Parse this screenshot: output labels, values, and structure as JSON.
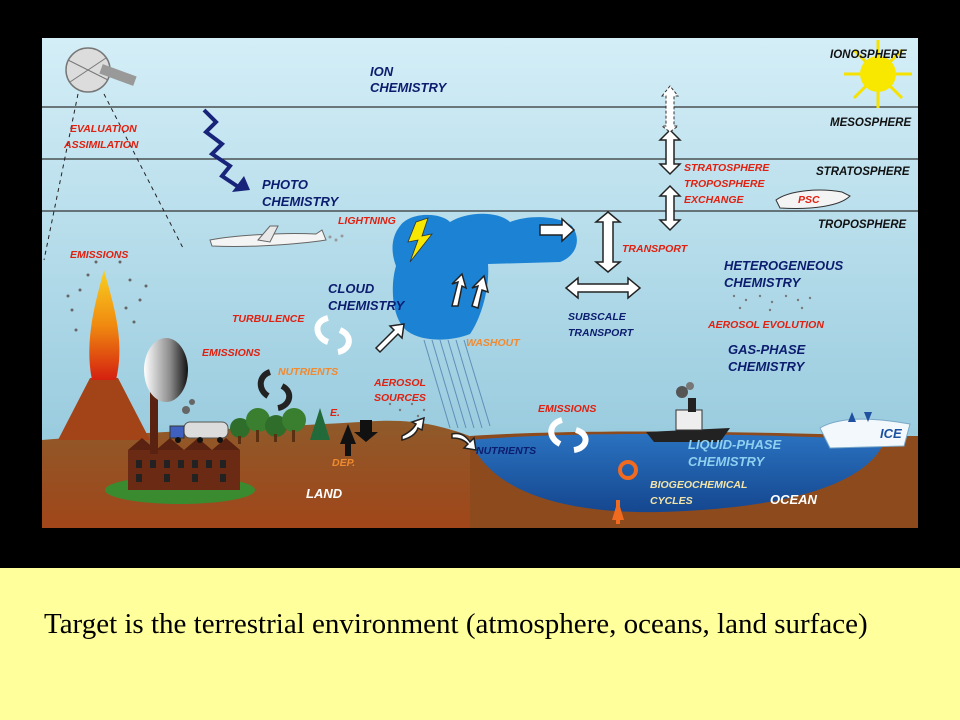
{
  "diagram": {
    "layers": {
      "ionosphere": "IONOSPHERE",
      "mesosphere": "MESOSPHERE",
      "stratosphere": "STRATOSPHERE",
      "troposphere": "TROPOSPHERE"
    },
    "labels": {
      "ion_chemistry_1": "ION",
      "ion_chemistry_2": "CHEMISTRY",
      "evaluation": "EVALUATION",
      "assimilation": "ASSIMILATION",
      "photo_1": "PHOTO",
      "photo_2": "CHEMISTRY",
      "ste_1": "STRATOSPHERE",
      "ste_2": "TROPOSPHERE",
      "ste_3": "EXCHANGE",
      "psc": "PSC",
      "lightning": "LIGHTNING",
      "transport": "TRANSPORT",
      "emissions_volcano": "EMISSIONS",
      "cloud_1": "CLOUD",
      "cloud_2": "CHEMISTRY",
      "heterogeneous_1": "HETEROGENEOUS",
      "heterogeneous_2": "CHEMISTRY",
      "turbulence": "TURBULENCE",
      "subscale_1": "SUBSCALE",
      "subscale_2": "TRANSPORT",
      "aerosol_evolution": "AEROSOL EVOLUTION",
      "gas_phase_1": "GAS-PHASE",
      "gas_phase_2": "CHEMISTRY",
      "emissions_land": "EMISSIONS",
      "washout": "WASHOUT",
      "nutrients_land": "NUTRIENTS",
      "aerosol_sources_1": "AEROSOL",
      "aerosol_sources_2": "SOURCES",
      "emissions_ocean": "EMISSIONS",
      "e_flux": "E.",
      "dep": "DEP.",
      "nutrients_ocean": "NUTRIENTS",
      "liquid_phase_1": "LIQUID-PHASE",
      "liquid_phase_2": "CHEMISTRY",
      "ice": "ICE",
      "biogeo_1": "BIOGEOCHEMICAL",
      "biogeo_2": "CYCLES",
      "land": "LAND",
      "ocean": "OCEAN"
    }
  },
  "caption": "Target is the terrestrial environment (atmosphere, oceans, land surface)",
  "colors": {
    "sky_top": "#d2ecf6",
    "sky_bottom": "#8fc6da",
    "land": "#96541e",
    "ocean": "#1e5fb0",
    "cloud": "#1a7fd0",
    "caption_bg": "#ffff9c",
    "label_red": "#e02010",
    "label_navy": "#0c1c6e"
  }
}
